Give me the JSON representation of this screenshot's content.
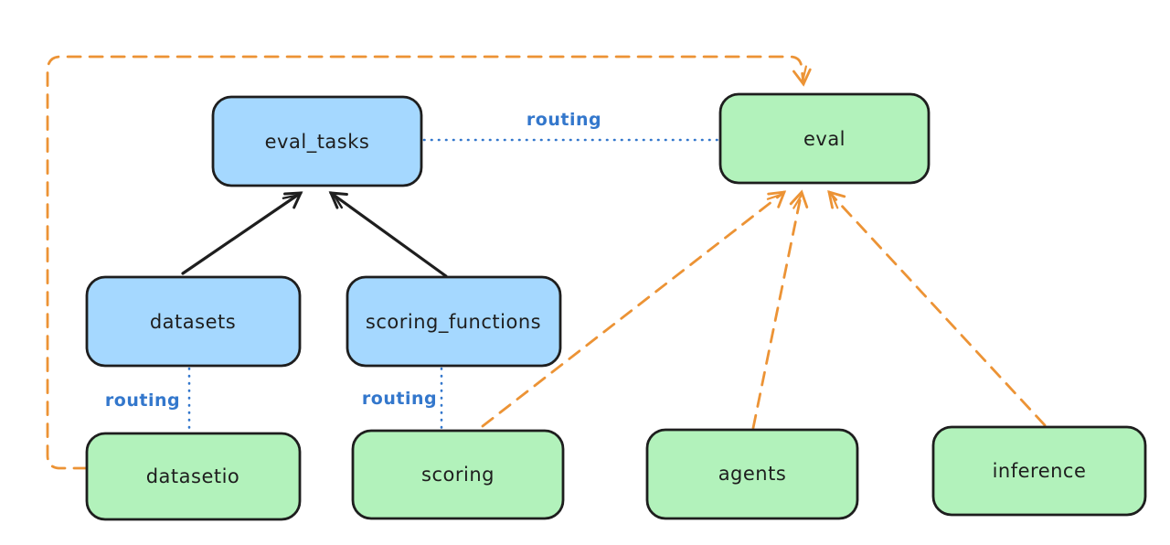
{
  "diagram": {
    "background": "#ffffff",
    "colors": {
      "node_blue_fill": "#a5d8ff",
      "node_green_fill": "#b2f2bb",
      "node_stroke": "#1e1e1e",
      "solid_edge": "#1e1e1e",
      "routing_blue": "#3377cc",
      "orange_dashed": "#ec9335"
    },
    "nodes": {
      "eval_tasks": {
        "label": "eval_tasks",
        "color": "#a5d8ff"
      },
      "eval": {
        "label": "eval",
        "color": "#b2f2bb"
      },
      "datasets": {
        "label": "datasets",
        "color": "#a5d8ff"
      },
      "scoring_functions": {
        "label": "scoring_functions",
        "color": "#a5d8ff"
      },
      "datasetio": {
        "label": "datasetio",
        "color": "#b2f2bb"
      },
      "scoring": {
        "label": "scoring",
        "color": "#b2f2bb"
      },
      "agents": {
        "label": "agents",
        "color": "#b2f2bb"
      },
      "inference": {
        "label": "inference",
        "color": "#b2f2bb"
      }
    },
    "edges": [
      {
        "from": "datasets",
        "to": "eval_tasks",
        "style": "solid-arrow",
        "color": "#1e1e1e",
        "label": ""
      },
      {
        "from": "scoring_functions",
        "to": "eval_tasks",
        "style": "solid-arrow",
        "color": "#1e1e1e",
        "label": ""
      },
      {
        "from": "eval_tasks",
        "to": "eval",
        "style": "dotted",
        "color": "#3377cc",
        "label": "routing"
      },
      {
        "from": "datasets",
        "to": "datasetio",
        "style": "dotted",
        "color": "#3377cc",
        "label": "routing"
      },
      {
        "from": "scoring_functions",
        "to": "scoring",
        "style": "dotted",
        "color": "#3377cc",
        "label": "routing"
      },
      {
        "from": "datasetio",
        "to": "eval",
        "style": "dashed-arrow",
        "color": "#ec9335",
        "label": ""
      },
      {
        "from": "scoring",
        "to": "eval",
        "style": "dashed-arrow",
        "color": "#ec9335",
        "label": ""
      },
      {
        "from": "agents",
        "to": "eval",
        "style": "dashed-arrow",
        "color": "#ec9335",
        "label": ""
      },
      {
        "from": "inference",
        "to": "eval",
        "style": "dashed-arrow",
        "color": "#ec9335",
        "label": ""
      }
    ]
  }
}
